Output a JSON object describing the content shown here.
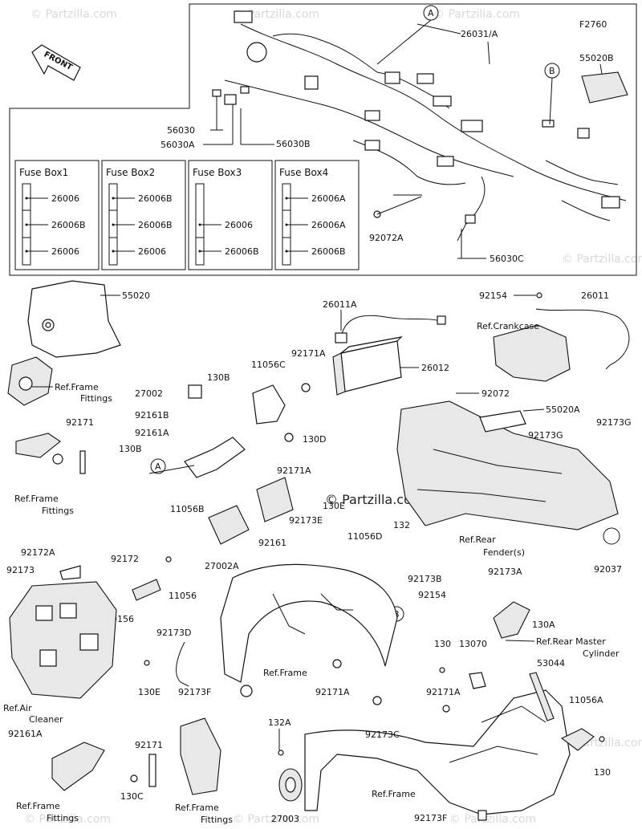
{
  "diagram_code": "F2760",
  "watermark": "© Partzilla.com",
  "front_label": "FRONT",
  "fuse_boxes": [
    {
      "title": "Fuse Box1",
      "fuses": [
        "26006",
        "26006B",
        "26006"
      ]
    },
    {
      "title": "Fuse Box2",
      "fuses": [
        "26006B",
        "26006B",
        "26006"
      ]
    },
    {
      "title": "Fuse Box3",
      "fuses": [
        "26006",
        "26006B"
      ]
    },
    {
      "title": "Fuse Box4",
      "fuses": [
        "26006A",
        "26006A",
        "26006B"
      ]
    }
  ],
  "callouts": {
    "A": "A",
    "B": "B"
  },
  "labels": {
    "p26031A": "26031/A",
    "p55020B": "55020B",
    "p56030": "56030",
    "p56030A": "56030A",
    "p56030B": "56030B",
    "p56030C": "56030C",
    "p92072A": "92072A",
    "p55020": "55020",
    "refFrameFittings1": "Ref.Frame",
    "refFrameFittings1b": "Fittings",
    "p26011A": "26011A",
    "p92154a": "92154",
    "p26011": "26011",
    "refCrankcase": "Ref.Crankcase",
    "p26012": "26012",
    "p11056C": "11056C",
    "p92171A_1": "92171A",
    "p130B_1": "130B",
    "p27002": "27002",
    "p92161B": "92161B",
    "p92161A_1": "92161A",
    "p130B_2": "130B",
    "p130D": "130D",
    "p92171A_2": "92171A",
    "p92072": "92072",
    "p55020A": "55020A",
    "p92173G_1": "92173G",
    "p92173G_2": "92173G",
    "p92171": "92171",
    "refFrameFittings2": "Ref.Frame",
    "refFrameFittings2b": "Fittings",
    "p11056B": "11056B",
    "p27002A": "27002A",
    "p92161": "92161",
    "p92173E": "92173E",
    "p130E_1": "130E",
    "p11056D": "11056D",
    "p132": "132",
    "refRearFender": "Ref.Rear",
    "refRearFenderb": "Fender(s)",
    "p92037": "92037",
    "p92172A": "92172A",
    "p92173": "92173",
    "p92172": "92172",
    "p11056": "11056",
    "p39156": "39156",
    "p92173D": "92173D",
    "p92173B": "92173B",
    "p92154b": "92154",
    "p92173A": "92173A",
    "p130A": "130A",
    "refRearMaster": "Ref.Rear Master",
    "refRearMasterb": "Cylinder",
    "p130E_2": "130E",
    "refFrame1": "Ref.Frame",
    "p92173F_1": "92173F",
    "p92171A_3": "92171A",
    "p130": "130",
    "p13070": "13070",
    "p53044": "53044",
    "p92171A_4": "92171A",
    "p11056A": "11056A",
    "refAirCleaner": "Ref.Air",
    "refAirCleanerb": "Cleaner",
    "p92161A_2": "92161A",
    "p92171b": "92171",
    "p130C": "130C",
    "refFrameFittings3": "Ref.Frame",
    "refFrameFittings3b": "Fittings",
    "refFrameFittings4": "Ref.Frame",
    "refFrameFittings4b": "Fittings",
    "p132A": "132A",
    "p27003": "27003",
    "p92173C": "92173C",
    "refFrame2": "Ref.Frame",
    "p92173F_2": "92173F",
    "p130_2": "130"
  }
}
